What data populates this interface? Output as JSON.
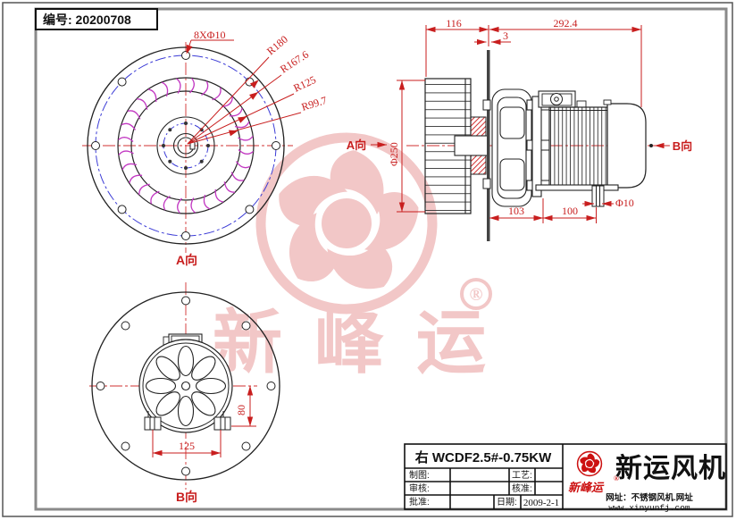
{
  "sheet": {
    "number": "编号: 20200708"
  },
  "front_view": {
    "caption": "A向",
    "labels": {
      "holes": "8XΦ10",
      "r1": "R180",
      "r2": "R167.6",
      "r3": "R125",
      "r4": "R99.7"
    }
  },
  "side_view": {
    "view_a": "A向",
    "view_b": "B向",
    "dims": {
      "d116": "116",
      "d3": "3",
      "d292": "292.4",
      "d250": "Φ250",
      "d103": "103",
      "d100": "100",
      "d10": "Φ10"
    }
  },
  "bottom_view": {
    "caption": "B向",
    "dims": {
      "d125": "125",
      "d80": "80"
    }
  },
  "watermark": {
    "brand": "新峰运",
    "registered": "®"
  },
  "title_block": {
    "model": "右 WCDF2.5#-0.75KW",
    "drafted": "制图:",
    "checked": "审核:",
    "approved": "批准:",
    "process": "工艺:",
    "verified": "核准:",
    "date_label": "日期:",
    "date": "2009-2-1",
    "brand": {
      "script": "新峰运",
      "registered": "®",
      "name": "新运风机",
      "tagline": "网址：不锈钢风机.网址",
      "website": "www.xinyunfj.com"
    }
  },
  "colors": {
    "dimension_red": "#c81e1e",
    "centerline_red": "#d23030",
    "bolt_circle_blue": "#3b3bd6",
    "blade_magenta": "#c238c2",
    "watermark_pink": "#f2c5c5",
    "logo_red": "#cc1111",
    "line_black": "#222222"
  }
}
